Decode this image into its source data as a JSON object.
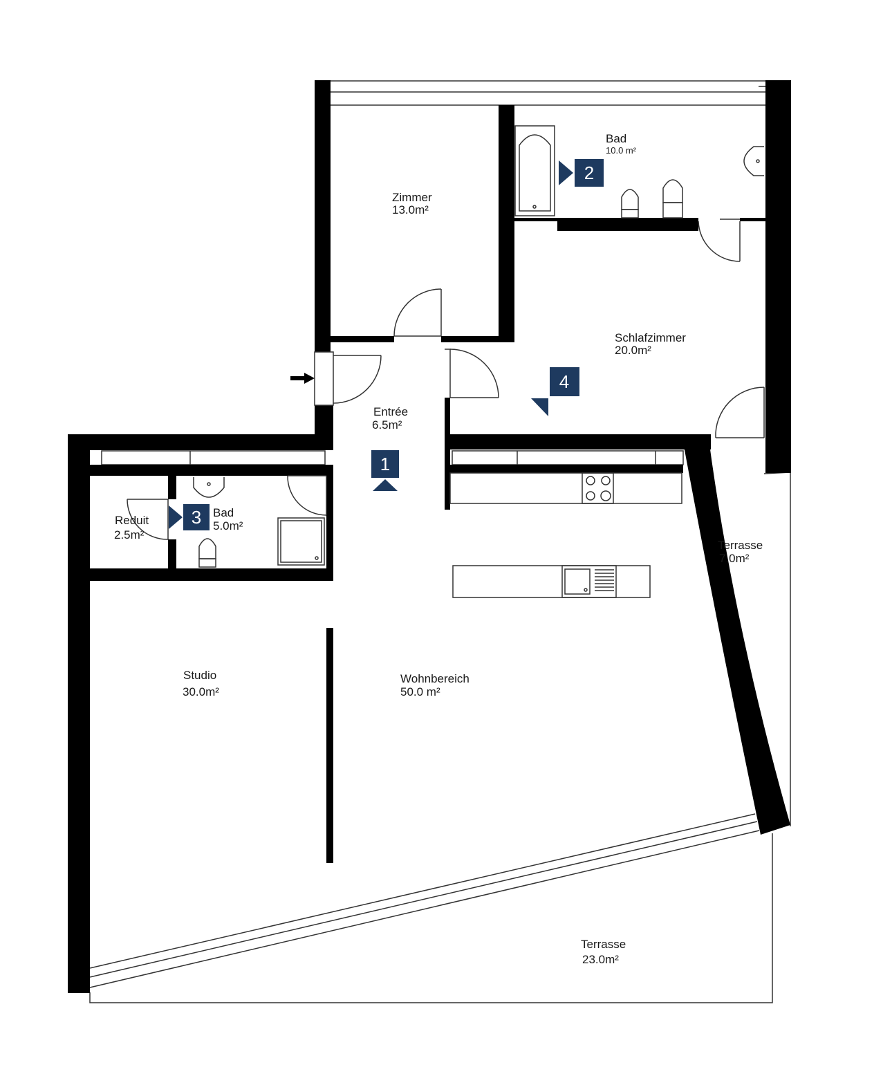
{
  "colors": {
    "wall": "#000000",
    "marker": "#1e3a5f",
    "background": "#ffffff",
    "line": "#333333"
  },
  "rooms": {
    "zimmer": {
      "name": "Zimmer",
      "area": "13.0m²"
    },
    "bad_main": {
      "name": "Bad",
      "area": "10.0 m²"
    },
    "schlafzimmer": {
      "name": "Schlafzimmer",
      "area": "20.0m²"
    },
    "entree": {
      "name": "Entrée",
      "area": "6.5m²"
    },
    "reduit": {
      "name": "Reduit",
      "area": "2.5m²"
    },
    "bad_small": {
      "name": "Bad",
      "area": "5.0m²"
    },
    "terrasse_small": {
      "name": "Terrasse",
      "area": "7.0m²"
    },
    "studio": {
      "name": "Studio",
      "area": "30.0m²"
    },
    "wohnbereich": {
      "name": "Wohnbereich",
      "area": "50.0 m²"
    },
    "terrasse_large": {
      "name": "Terrasse",
      "area": "23.0m²"
    }
  },
  "markers": [
    {
      "number": "1",
      "direction": "up"
    },
    {
      "number": "2",
      "direction": "right"
    },
    {
      "number": "3",
      "direction": "right"
    },
    {
      "number": "4",
      "direction": "down-left"
    }
  ],
  "icons": [
    "entrance-arrow-icon",
    "bathtub-icon",
    "toilet-icon",
    "bidet-icon",
    "sink-icon",
    "shower-icon",
    "cooktop-icon",
    "kitchen-sink-icon"
  ]
}
